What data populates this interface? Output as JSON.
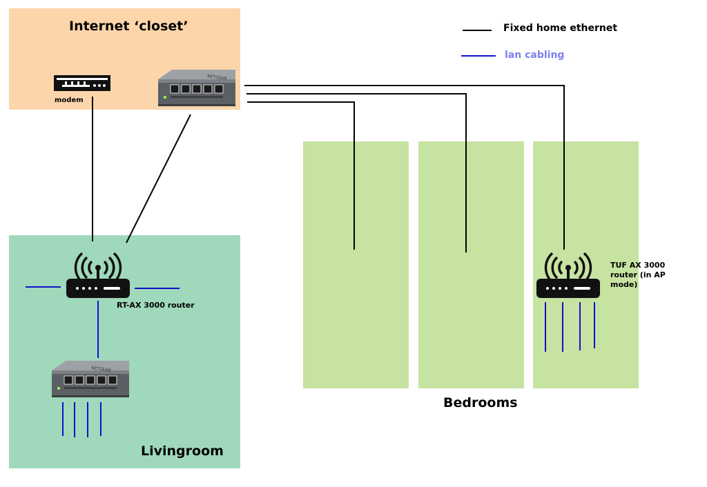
{
  "areas": {
    "closet_label": "Internet ‘closet’",
    "livingroom_label": "Livingroom",
    "bedrooms_label": "Bedrooms"
  },
  "devices": {
    "modem_label": "modem",
    "main_router_label": "RT-AX 3000 router",
    "ap_router_label": "TUF AX 3000 router (in AP mode)",
    "switch_brand": "NETGEAR"
  },
  "legend": {
    "fixed_label": "Fixed home ethernet",
    "lan_label": "lan cabling",
    "fixed_color": "#000000",
    "lan_color": "#1010c8"
  },
  "colors": {
    "closet": "#fdd5ab",
    "livingroom": "#9fd8bb",
    "bedroom": "#c6e3a1"
  }
}
